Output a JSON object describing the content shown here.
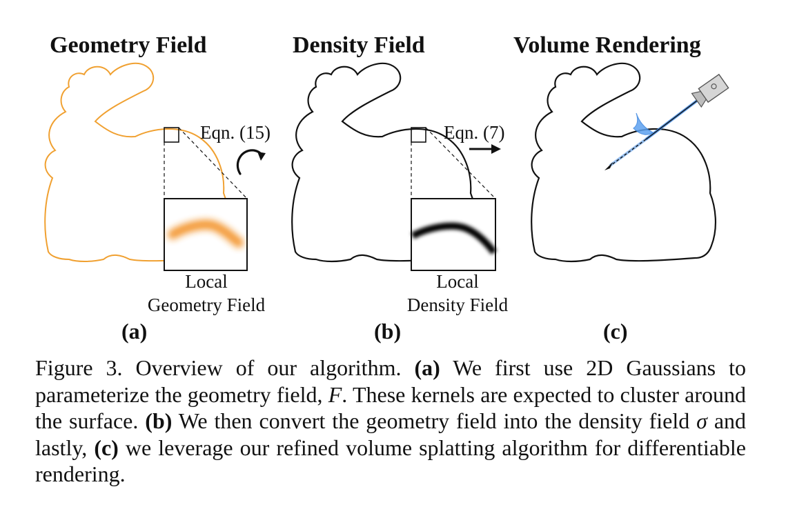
{
  "panels": {
    "a": {
      "title": "Geometry Field",
      "inset_label_1": "Local",
      "inset_label_2": "Geometry Field",
      "sub": "(a)",
      "eqn": "Eqn. (15)"
    },
    "b": {
      "title": "Density Field",
      "inset_label_1": "Local",
      "inset_label_2": "Density Field",
      "sub": "(b)",
      "eqn": "Eqn. (7)"
    },
    "c": {
      "title": "Volume Rendering",
      "sub": "(c)"
    }
  },
  "caption": {
    "fig": "Figure 3. Overview of our algorithm. ",
    "a_mark": "(a)",
    "t1": " We first use 2D Gaussians to parameterize the geometry field, ",
    "F": "F",
    "t2": ". These kernels are expected to cluster around the surface. ",
    "b_mark": "(b)",
    "t3": " We then convert the geometry field into the density field ",
    "sigma": "σ",
    "t4": " and lastly, ",
    "c_mark": "(c)",
    "t5": " we leverage our refined volume splatting algorithm for differentiable rendering."
  },
  "colors": {
    "geometry_outline": "#f0a030",
    "gaussian_orange": "#f28c1e",
    "ray_blue": "#3b86e0",
    "camera_gray": "#c8c8c8"
  }
}
